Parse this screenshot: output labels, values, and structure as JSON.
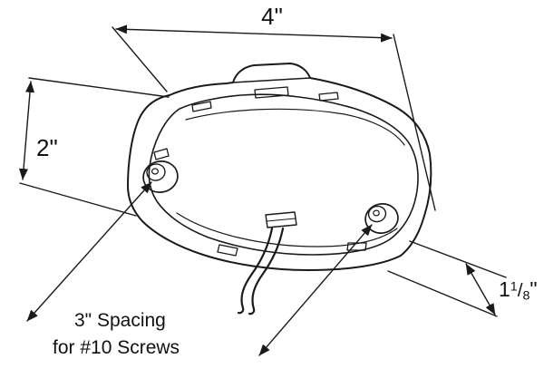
{
  "diagram": {
    "width_dim": "4\"",
    "height_dim": "2\"",
    "depth_dim": {
      "whole": "1",
      "num": "1",
      "slash": "/",
      "den": "8",
      "unit": "\""
    },
    "spacing_note_line1": "3\" Spacing",
    "spacing_note_line2": "for #10 Screws",
    "colors": {
      "line": "#1a1a1a",
      "background": "#ffffff"
    }
  }
}
